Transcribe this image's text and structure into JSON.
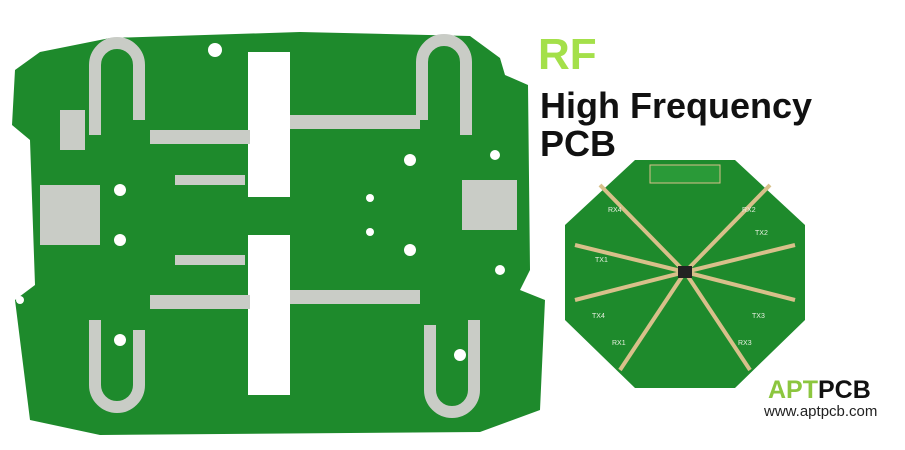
{
  "headline": {
    "accent": "RF",
    "line1": "High Frequency",
    "line2": "PCB"
  },
  "brand": {
    "logo_part1": "APT",
    "logo_part2": "PCB",
    "url": "www.aptpcb.com"
  },
  "board_labels": [
    "TX1",
    "TX2",
    "TX3",
    "TX4",
    "RX1",
    "RX2",
    "RX3",
    "RX4"
  ],
  "colors": {
    "accent": "#a4e04a",
    "pcb_green": "#1e8a2c",
    "pad_silver": "#c9ccc6",
    "pad_gold": "#d8c08a",
    "text": "#111111"
  }
}
